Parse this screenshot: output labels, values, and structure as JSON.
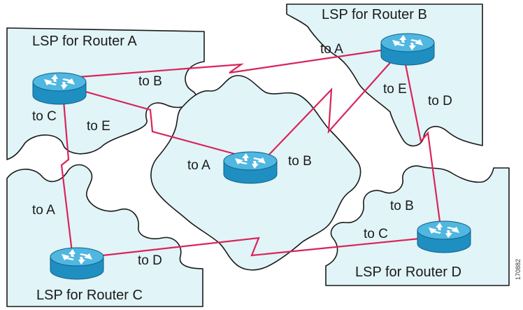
{
  "colors": {
    "piece_fill": "#e1f4f7",
    "outline": "#1a1a1a",
    "link": "#d9245a",
    "router_body": "#1f8fc2",
    "router_top": "#4fb7e0"
  },
  "pieces": {
    "router_a": {
      "title": "LSP for Router A",
      "labels": [
        "to B",
        "to C",
        "to E"
      ]
    },
    "router_b": {
      "title": "LSP for Router B",
      "labels": [
        "to A",
        "to E",
        "to D"
      ]
    },
    "router_c": {
      "title": "LSP for Router C",
      "labels": [
        "to A",
        "to D"
      ]
    },
    "router_d": {
      "title": "LSP for Router D",
      "labels": [
        "to B",
        "to C"
      ]
    },
    "router_e": {
      "title": "",
      "labels": [
        "to A",
        "to B"
      ]
    }
  },
  "figure_id": "170882",
  "icons": [
    "router-icon"
  ]
}
